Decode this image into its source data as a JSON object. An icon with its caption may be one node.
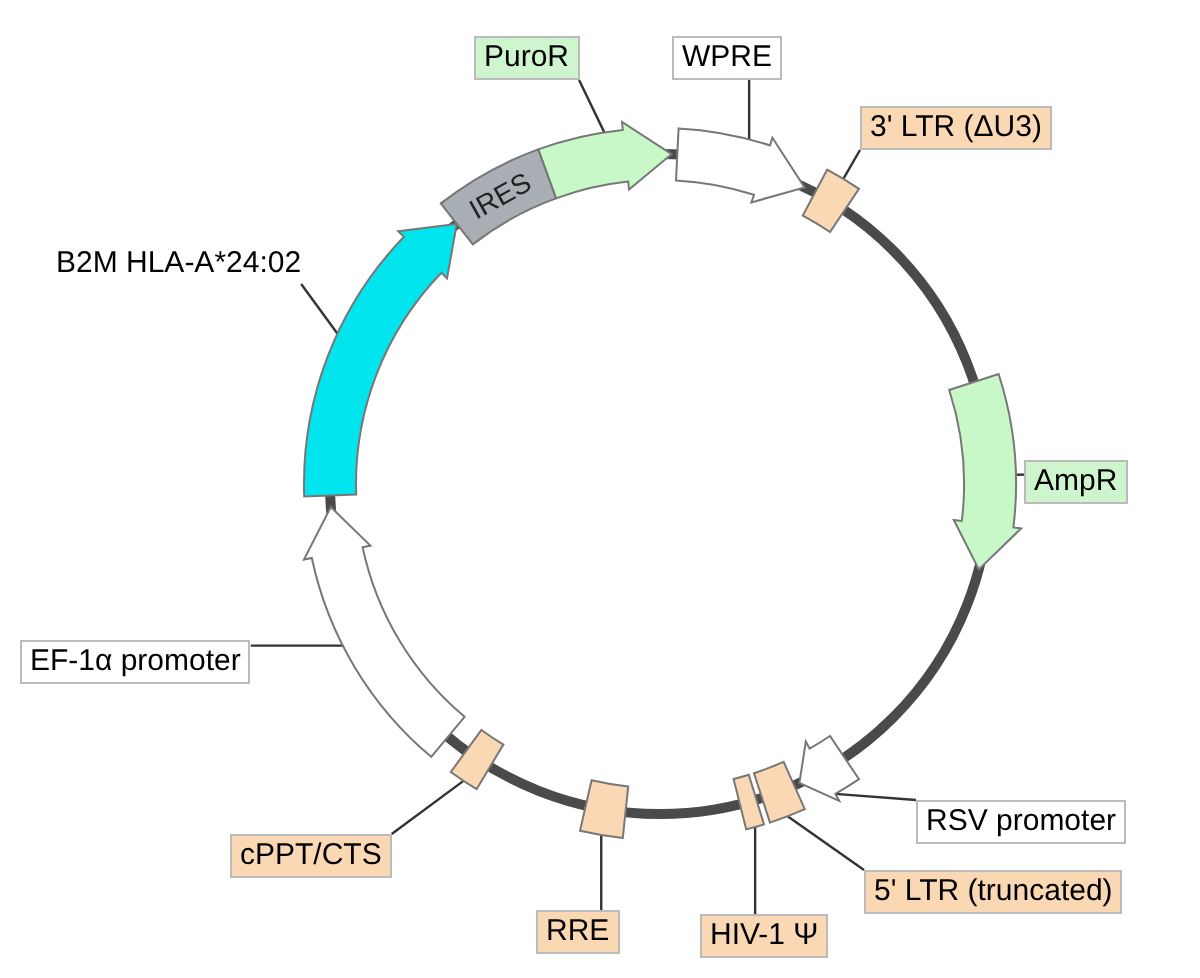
{
  "diagram": {
    "nodes": [
      {
        "text": [
          "PuroR"
        ]
      },
      {
        "text": [],
        "shape": "arrow"
      },
      {
        "text": [
          "WPRE"
        ]
      },
      {
        "text": [],
        "shape": "arrow"
      },
      {
        "text": [
          "3' LTR (ΔU3)"
        ]
      },
      {
        "text": [],
        "shape": "box"
      },
      {
        "text": [
          "B2M HLA-A*24:02"
        ]
      },
      {
        "text": [],
        "shape": "arrow"
      },
      {
        "text": [
          "IRES"
        ]
      },
      {
        "text": [
          "AmpR"
        ]
      },
      {
        "text": [],
        "shape": "arrow"
      },
      {
        "text": [
          "EF-1α promoter"
        ]
      },
      {
        "text": [],
        "shape": "arrow"
      },
      {
        "text": [
          "RSV promoter"
        ]
      },
      {
        "text": [],
        "shape": "arrow"
      },
      {
        "text": [
          "cPPT/CTS"
        ]
      },
      {
        "text": [],
        "shape": "box"
      },
      {
        "text": [
          "5' LTR (truncated)"
        ]
      },
      {
        "text": [],
        "shape": "box"
      },
      {
        "text": [
          "RRE"
        ]
      },
      {
        "text": [],
        "shape": "box"
      },
      {
        "text": [
          "HIV-1 Ψ"
        ]
      },
      {
        "text": [],
        "shape": "box"
      }
    ],
    "edges": [
      {
        "from": 0,
        "to": 1,
        "arrow": "none"
      },
      {
        "from": 2,
        "to": 3,
        "arrow": "none"
      },
      {
        "from": 4,
        "to": 5,
        "arrow": "none"
      },
      {
        "from": 6,
        "to": 7,
        "arrow": "none"
      },
      {
        "from": 9,
        "to": 10,
        "arrow": "none"
      },
      {
        "from": 11,
        "to": 12,
        "arrow": "none"
      },
      {
        "from": 13,
        "to": 14,
        "arrow": "none"
      },
      {
        "from": 15,
        "to": 16,
        "arrow": "none"
      },
      {
        "from": 17,
        "to": 18,
        "arrow": "none"
      },
      {
        "from": 19,
        "to": 20,
        "arrow": "none"
      },
      {
        "from": 21,
        "to": 22,
        "arrow": "none"
      }
    ]
  }
}
